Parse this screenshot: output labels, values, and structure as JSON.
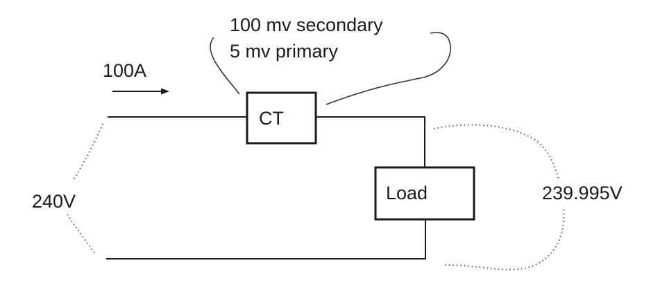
{
  "diagram": {
    "current_label": "100A",
    "ct_note_line1": "100 mv secondary",
    "ct_note_line2": "5 mv primary",
    "ct_box_label": "CT",
    "load_box_label": "Load",
    "source_voltage_label": "240V",
    "load_voltage_label": "239.995V"
  },
  "colors": {
    "line": "#1a1a1a",
    "dotted": "#555555",
    "background": "#ffffff"
  }
}
